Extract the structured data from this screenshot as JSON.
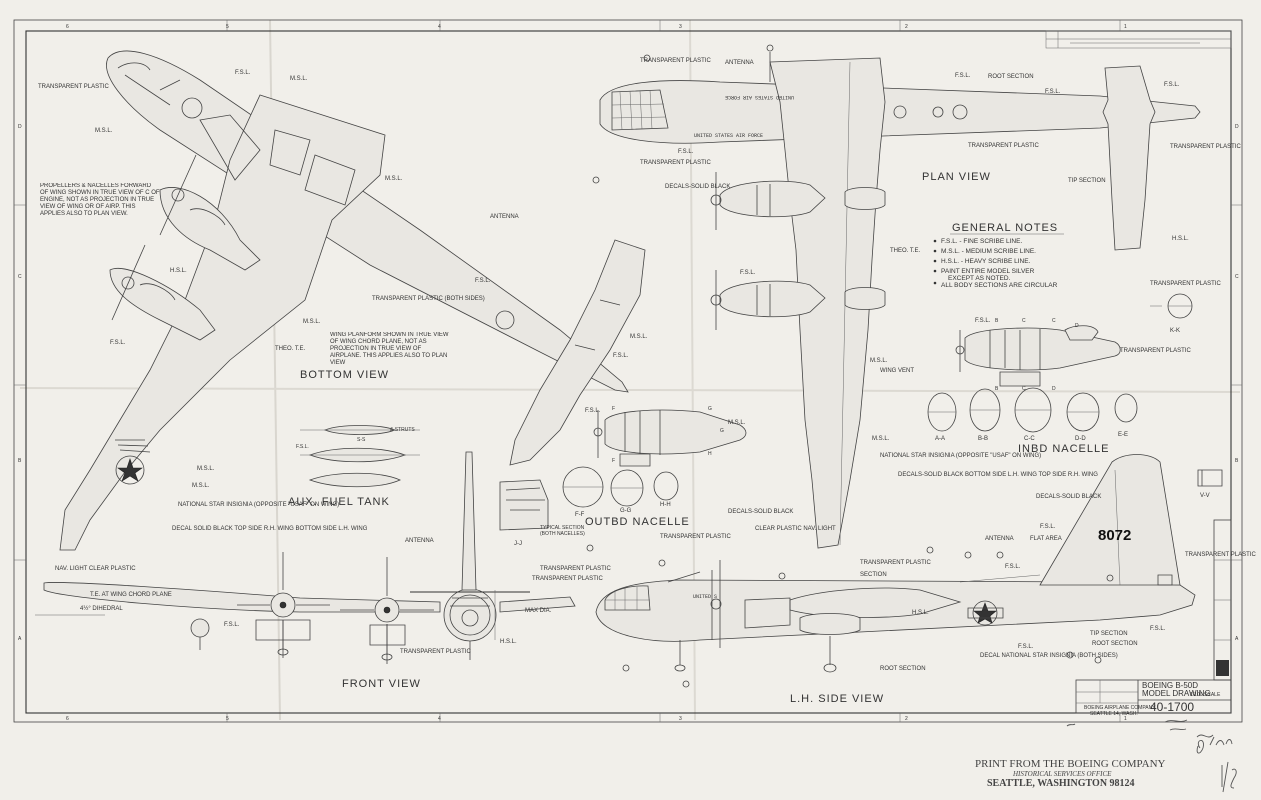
{
  "sheet": {
    "zones_top": [
      "6",
      "5",
      "4",
      "3",
      "2",
      "1"
    ],
    "zones_bottom": [
      "6",
      "5",
      "4",
      "3",
      "2",
      "1"
    ],
    "zones_left": [
      "D",
      "C",
      "B",
      "A"
    ],
    "zones_right": [
      "D",
      "C",
      "B",
      "A"
    ]
  },
  "views": {
    "bottom": "BOTTOM VIEW",
    "plan": "PLAN VIEW",
    "front": "FRONT VIEW",
    "side": "L.H. SIDE VIEW",
    "aux_tank": "AUX. FUEL TANK",
    "outbd_nacelle": "OUTBD NACELLE",
    "inbd_nacelle": "INBD NACELLE"
  },
  "general_notes": {
    "heading": "GENERAL NOTES",
    "items": [
      "F.S.L. - FINE SCRIBE LINE.",
      "M.S.L. - MEDIUM SCRIBE LINE.",
      "H.S.L. - HEAVY SCRIBE LINE.",
      "PAINT ENTIRE MODEL SILVER",
      "EXCEPT AS NOTED.",
      "ALL BODY SECTIONS ARE CIRCULAR"
    ]
  },
  "callouts": {
    "fsl": "F.S.L.",
    "msl": "M.S.L.",
    "hsl": "H.S.L.",
    "transparent_plastic": "TRANSPARENT PLASTIC",
    "transparent_both": "TRANSPARENT PLASTIC (BOTH SIDES)",
    "antenna": "ANTENNA",
    "root_section": "ROOT SECTION",
    "tip_section": "TIP SECTION",
    "theo_te": "THEO. T.E.",
    "wing_vent": "WING VENT",
    "decals_solid_black": "DECALS-SOLID BLACK",
    "national_star": "NATIONAL STAR INSIGNIA (OPPOSITE \"USAF\" ON WING)",
    "decals_wing": "DECALS-SOLID BLACK BOTTOM SIDE L.H. WING TOP SIDE R.H. WING",
    "decal_bottom": "DECAL SOLID BLACK TOP SIDE R.H. WING BOTTOM SIDE L.H. WING",
    "nav_light": "NAV. LIGHT CLEAR PLASTIC",
    "clear_plastic": "CLEAR PLASTIC NAV. LIGHT",
    "flat_area": "FLAT AREA",
    "decal_national": "DECAL NATIONAL STAR INSIGNIA (BOTH SIDES)",
    "max_dia": "MAX DIA.",
    "dihedral": "4½° DIHEDRAL",
    "te_chord": "T.E. AT WING CHORD PLANE",
    "typical_section": "TYPICAL SECTION (BOTH NACELLES)",
    "propellers_note": "PROPELLERS & NACELLES FORWARD OF WING SHOWN IN TRUE VIEW OF C OF ENGINE, NOT AS PROJECTION IN TRUE VIEW OF WING OR OF AIRP. THIS APPLIES ALSO TO PLAN VIEW.",
    "planform_note": "WING PLANFORM SHOWN IN TRUE VIEW OF WING CHORD PLANE, NOT AS PROJECTION IN TRUE VIEW OF AIRPLANE. THIS APPLIES ALSO TO PLAN VIEW",
    "section": "SECTION",
    "struts": "& STRUTS"
  },
  "markings": {
    "usaf_fuselage": "UNITED STATES AIR FORCE",
    "usaf_wing": "UNITED STATES AIR FORCE",
    "side_usaf": "UNITED S",
    "tail_number": "8072"
  },
  "sections": {
    "aa": "A-A",
    "bb": "B-B",
    "cc": "C-C",
    "dd": "D-D",
    "ee": "E-E",
    "ff": "F-F",
    "gg": "G-G",
    "hh": "H-H",
    "jj": "J-J",
    "kk": "K-K",
    "ss": "S-S",
    "vv": "V-V"
  },
  "title_block": {
    "name_1": "BOEING B-50D",
    "name_2": "MODEL DRAWING",
    "scale": "1/100 SCALE",
    "number": "40-1700",
    "company": "BOEING AIRPLANE COMPANY",
    "city": "SEATTLE 14, WASH."
  },
  "footer": {
    "line1": "PRINT FROM THE BOEING COMPANY",
    "line2": "HISTORICAL SERVICES OFFICE",
    "line3": "SEATTLE, WASHINGTON 98124"
  }
}
